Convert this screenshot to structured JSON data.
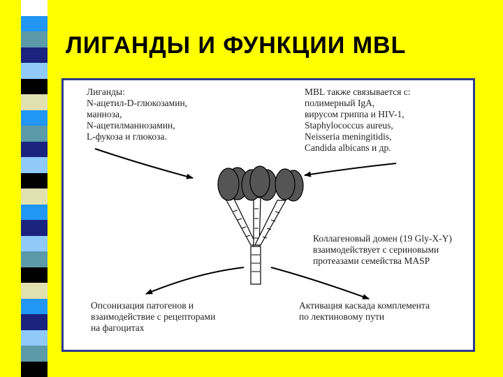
{
  "slide": {
    "title": "ЛИГАНДЫ И ФУНКЦИИ MBL",
    "stripe_colors": [
      "#ffffff",
      "#2196f3",
      "#5b9aa8",
      "#1a237e",
      "#90caf9",
      "#000000",
      "#e0e0b0",
      "#2196f3",
      "#5b9aa8",
      "#1a237e",
      "#90caf9",
      "#000000",
      "#e0e0b0",
      "#2196f3",
      "#1a237e",
      "#90caf9",
      "#5b9aa8",
      "#000000",
      "#e0e0b0",
      "#2196f3",
      "#1a237e",
      "#90caf9",
      "#5b9aa8",
      "#000000"
    ]
  },
  "diagram": {
    "ligands": [
      "Лиганды:",
      "N-ацетил-D-глюкозамин,",
      "манноза,",
      "N-ацетилманнозамин,",
      "L-фукоза и глюкоза."
    ],
    "also_binds": [
      "MBL также связывается с:",
      "полимерный IgA,",
      "вирусом гриппа и HIV-1,",
      "Staphylococcus aureus,",
      "Neisseria meningitidis,",
      "Candida albicans и др."
    ],
    "collagen_domain": [
      "Коллагеновый домен (19 Gly-X-Y)",
      "взаимодействует с сериновыми",
      "протеазами семейства MASP"
    ],
    "opsonization": [
      "Опсонизация патогенов и",
      "взаимодействие с рецепторами",
      "на фагоцитах"
    ],
    "complement": [
      "Активация каскада комплемента",
      "по лектиновому пути"
    ],
    "colors": {
      "frame": "#2b3a8c",
      "head_fill": "#555555",
      "outline": "#000000"
    }
  }
}
